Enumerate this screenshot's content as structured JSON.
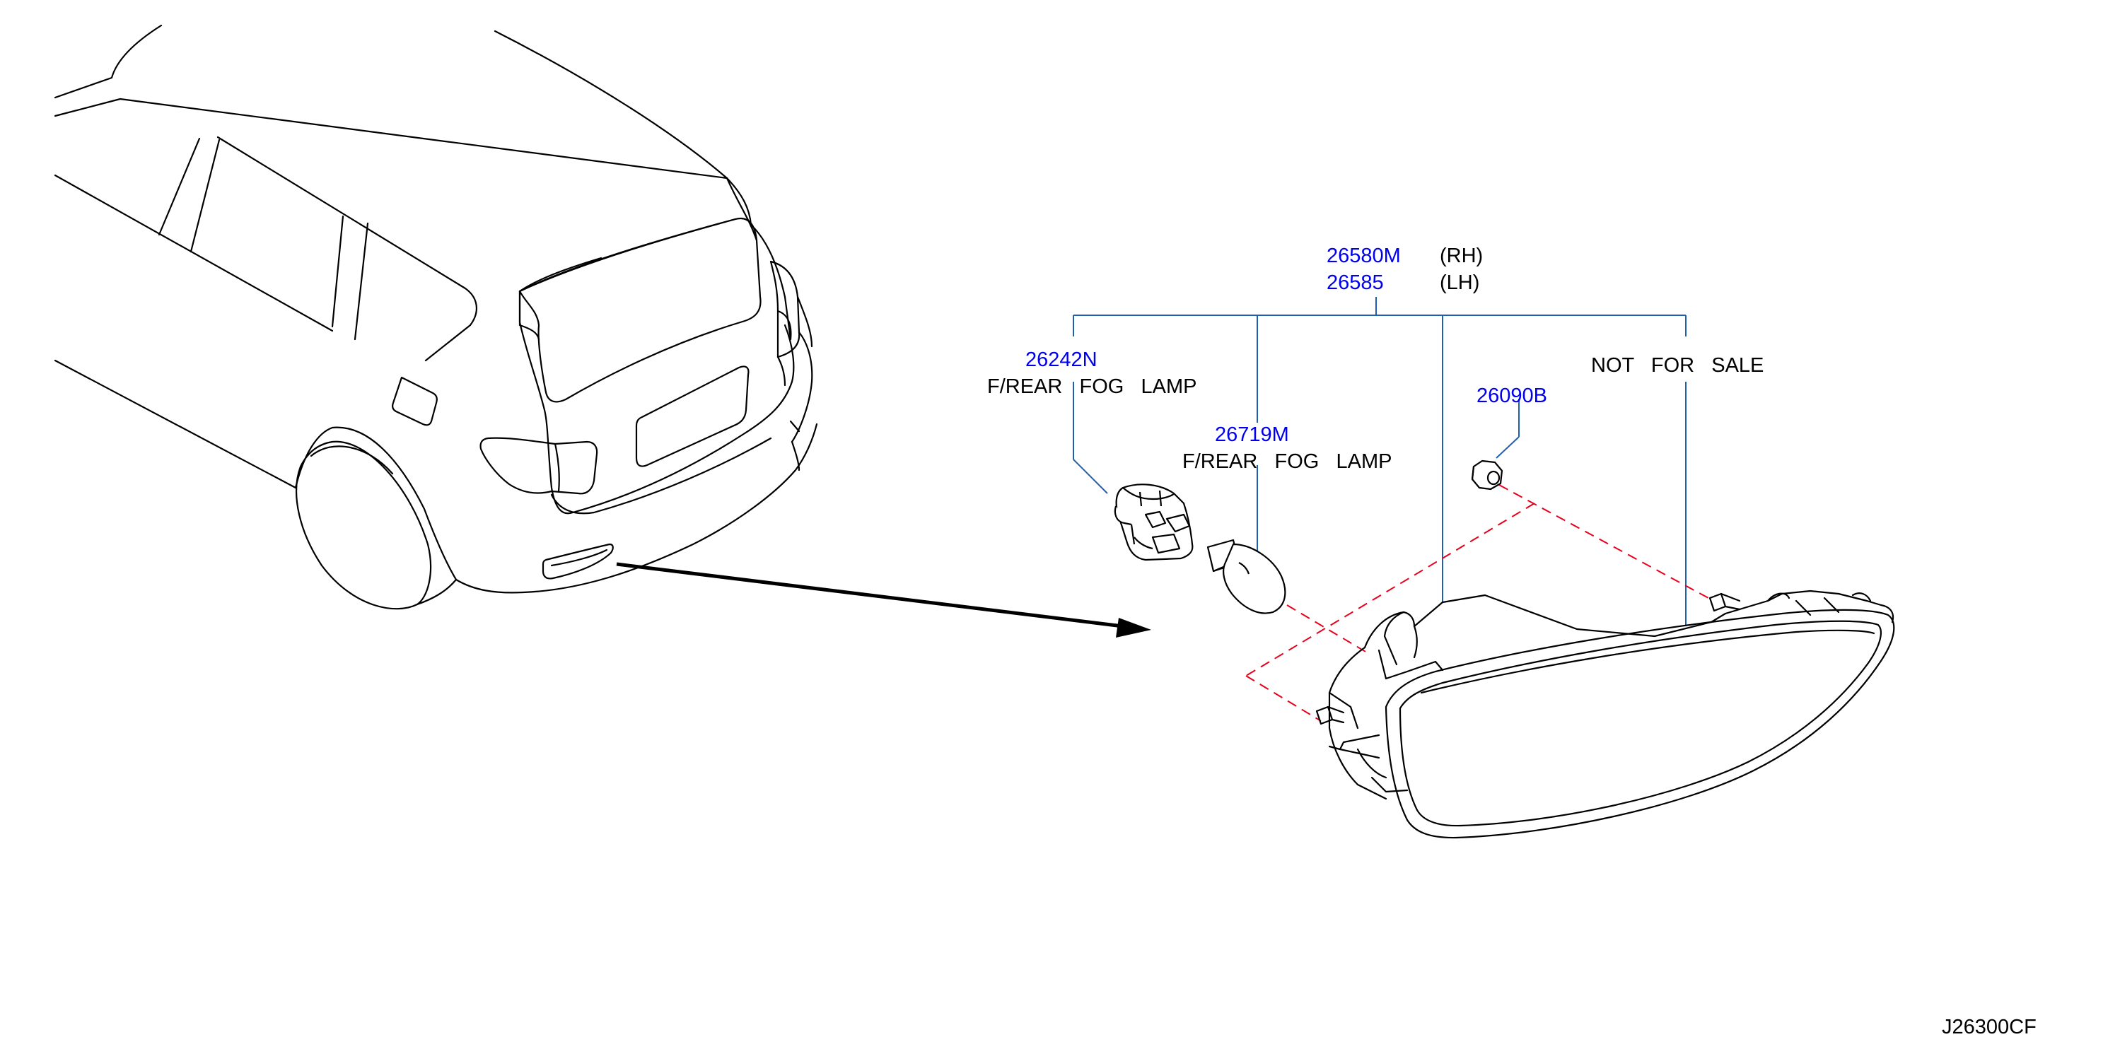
{
  "parts": [
    {
      "number": "26580M",
      "side": "(RH)"
    },
    {
      "number": "26585",
      "side": "(LH)"
    },
    {
      "number": "26242N",
      "description": "F/REAR   FOG   LAMP"
    },
    {
      "number": "26719M",
      "description": "F/REAR   FOG   LAMP"
    },
    {
      "number": "26090B",
      "description": ""
    }
  ],
  "notice": "NOT   FOR   SALE",
  "diagram_code": "J26300CF",
  "colors": {
    "part_number": "#0000ee",
    "leader_line": "#1f5fb0",
    "dashed_guide": "#e8001c",
    "drawing": "#000000"
  }
}
